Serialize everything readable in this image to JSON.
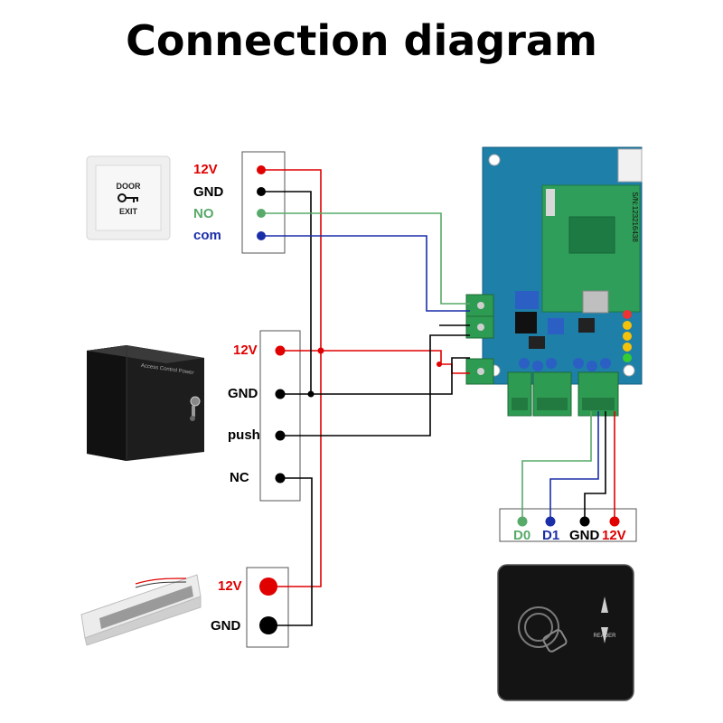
{
  "title": "Connection diagram",
  "exit_button": {
    "text_line1": "DOOR",
    "text_line2": "EXIT",
    "terminals": [
      "12V",
      "GND",
      "NO",
      "com"
    ]
  },
  "power_supply": {
    "case_text": "Access Control Power",
    "terminals": [
      "12V",
      "GND",
      "push",
      "NC"
    ]
  },
  "lock": {
    "terminals": [
      "12V",
      "GND"
    ]
  },
  "controller": {
    "serial": "S/N:123216438"
  },
  "reader": {
    "brand_text": "READER",
    "terminals": [
      "D0",
      "D1",
      "GND",
      "12V"
    ]
  },
  "colors": {
    "red": "#e00000",
    "black": "#000000",
    "green": "#58aa6a",
    "blue": "#1a2ea8",
    "board": "#1e7fa8",
    "module": "#2f9e5a"
  }
}
